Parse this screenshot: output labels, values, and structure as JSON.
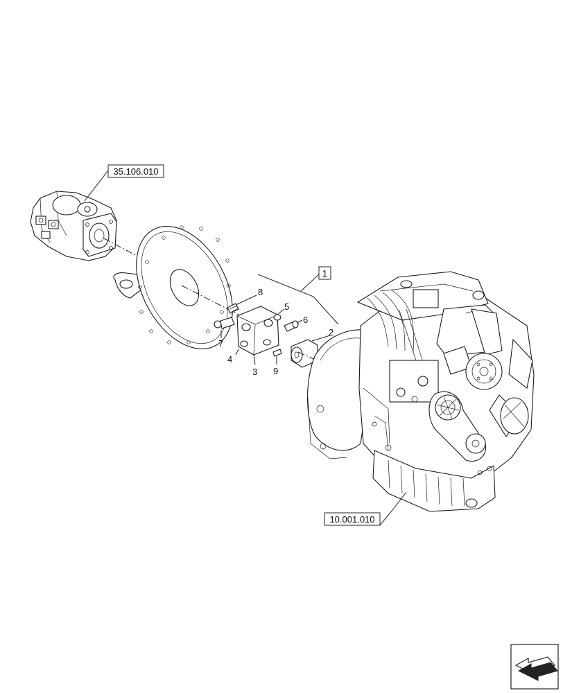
{
  "references": {
    "pump_ref": "35.106.010",
    "engine_ref": "10.001.010"
  },
  "assembly_callout": "1",
  "item_numbers": [
    "2",
    "3",
    "4",
    "5",
    "6",
    "7",
    "8",
    "9"
  ],
  "icons": {
    "nav": "prev-arrow-icon"
  }
}
